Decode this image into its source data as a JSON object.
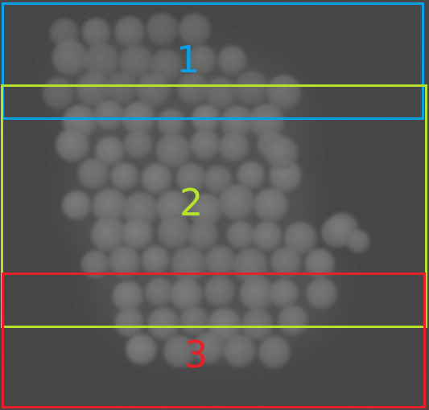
{
  "image": {
    "subject": "micrograph-particle-cluster",
    "background_color": "#3b3b3b",
    "particle_color": "#6a6a6a"
  },
  "regions": [
    {
      "label": "1",
      "color": "#0aa0e6"
    },
    {
      "label": "2",
      "color": "#b6e22e"
    },
    {
      "label": "3",
      "color": "#e8202a"
    }
  ]
}
